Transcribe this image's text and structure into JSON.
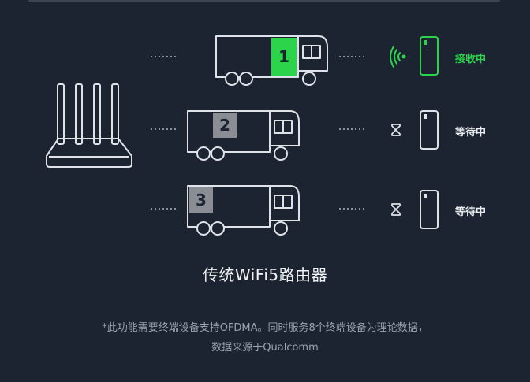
{
  "colors": {
    "background": "#1c2431",
    "line": "#dfe3e8",
    "active": "#2bd44a",
    "cargo_inactive": "#8a8e94",
    "text_muted": "#9aa2ad"
  },
  "trucks": [
    {
      "number": "1",
      "status": "接收中",
      "active": true,
      "status_icon": "wifi-signal-icon"
    },
    {
      "number": "2",
      "status": "等待中",
      "active": false,
      "status_icon": "hourglass-icon"
    },
    {
      "number": "3",
      "status": "等待中",
      "active": false,
      "status_icon": "hourglass-icon"
    }
  ],
  "title": "传统WiFi5路由器",
  "footnote_line1": "*此功能需要终端设备支持OFDMA。同时服务8个终端设备为理论数据，",
  "footnote_line2": "数据来源于Qualcomm"
}
